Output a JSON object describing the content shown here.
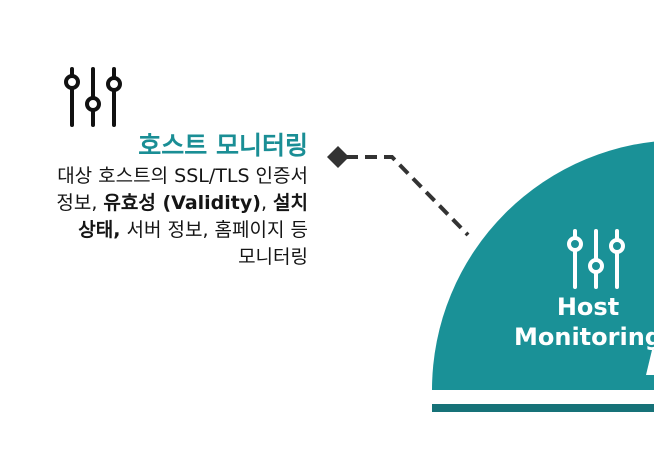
{
  "feature": {
    "title": "호스트 모니터링",
    "description": {
      "line1": "대상 호스트의 SSL/TLS 인증서",
      "line2_plain_a": "정보, ",
      "line2_bold_a": "유효성 (Validity)",
      "line2_plain_b": ", ",
      "line2_bold_b": "설치",
      "line3_bold": "상태,",
      "line3_plain": " 서버 정보, 홈페이지 등",
      "line4": "모니터링"
    },
    "icon": "sliders-icon"
  },
  "node": {
    "label_line1": "Host",
    "label_line2": "Monitoring",
    "icon": "sliders-icon"
  },
  "colors": {
    "accent": "#1a8e95",
    "disk_fill": "#1a9197",
    "disk_base": "#167278",
    "connector": "#333333",
    "text": "#151515"
  }
}
